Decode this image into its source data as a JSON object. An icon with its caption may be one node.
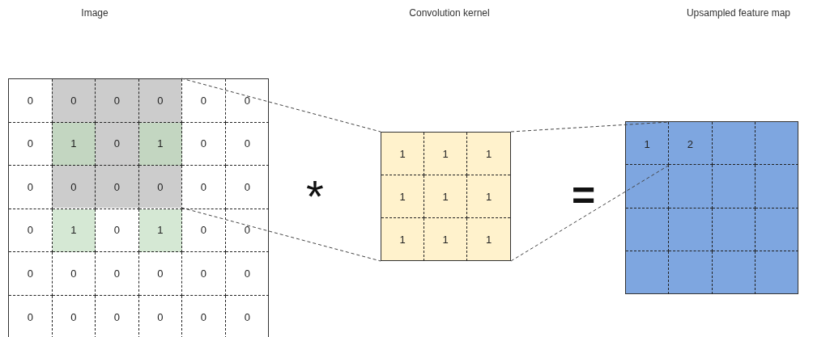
{
  "diagram": {
    "nodes": [
      {
        "text": [],
        "shape": "box"
      },
      {
        "text": [],
        "shape": "box"
      },
      {
        "text": [
          "1"
        ]
      }
    ],
    "edges": [
      {
        "from": 0,
        "to": 1,
        "arrow": "none",
        "style": "dashed"
      },
      {
        "from": 0,
        "to": 1,
        "arrow": "none",
        "style": "dashed"
      },
      {
        "from": 1,
        "to": 2,
        "arrow": "none",
        "style": "dashed"
      },
      {
        "from": 1,
        "to": 2,
        "arrow": "none",
        "style": "dashed"
      }
    ],
    "labels": [
      "Image",
      "Convolution kernel",
      "Upsampled feature map",
      "0",
      "0",
      "0",
      "0",
      "0",
      "0",
      "0",
      "1",
      "0",
      "1",
      "0",
      "0",
      "0",
      "0",
      "0",
      "0",
      "0",
      "0",
      "0",
      "1",
      "0",
      "1",
      "0",
      "0",
      "0",
      "0",
      "0",
      "0",
      "0",
      "0",
      "0",
      "0",
      "0",
      "0",
      "0",
      "0",
      "*",
      "1",
      "1",
      "1",
      "1",
      "1",
      "1",
      "1",
      "1",
      "1",
      "=",
      "2"
    ]
  }
}
